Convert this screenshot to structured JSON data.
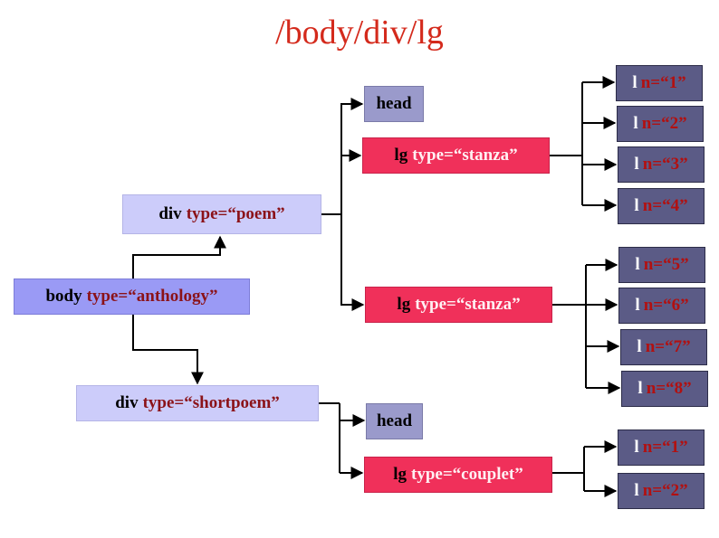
{
  "title": "/body/div/lg",
  "nodes": {
    "body": {
      "element": "body",
      "attr": "type=“anthology”"
    },
    "div_poem": {
      "element": "div",
      "attr": "type=“poem”"
    },
    "div_shortpoem": {
      "element": "div",
      "attr": "type=“shortpoem”"
    },
    "head_1": {
      "element": "head"
    },
    "head_2": {
      "element": "head"
    },
    "lg_stanza_1": {
      "element": "lg",
      "attr": "type=“stanza”"
    },
    "lg_stanza_2": {
      "element": "lg",
      "attr": "type=“stanza”"
    },
    "lg_couplet": {
      "element": "lg",
      "attr": "type=“couplet”"
    },
    "lines_stanza_1": [
      {
        "element": "l",
        "attr": "n=“1”"
      },
      {
        "element": "l",
        "attr": "n=“2”"
      },
      {
        "element": "l",
        "attr": "n=“3”"
      },
      {
        "element": "l",
        "attr": "n=“4”"
      }
    ],
    "lines_stanza_2": [
      {
        "element": "l",
        "attr": "n=“5”"
      },
      {
        "element": "l",
        "attr": "n=“6”"
      },
      {
        "element": "l",
        "attr": "n=“7”"
      },
      {
        "element": "l",
        "attr": "n=“8”"
      }
    ],
    "lines_couplet": [
      {
        "element": "l",
        "attr": "n=“1”"
      },
      {
        "element": "l",
        "attr": "n=“2”"
      }
    ]
  },
  "colors": {
    "title": "#d42a1c",
    "attribute": "#8b1218",
    "div_box": "#ccccfa",
    "body_box": "#9a9af5",
    "head_box": "#9a9acb",
    "lg_box": "#f0305a",
    "l_box": "#5b5b86",
    "connector": "#000000"
  }
}
